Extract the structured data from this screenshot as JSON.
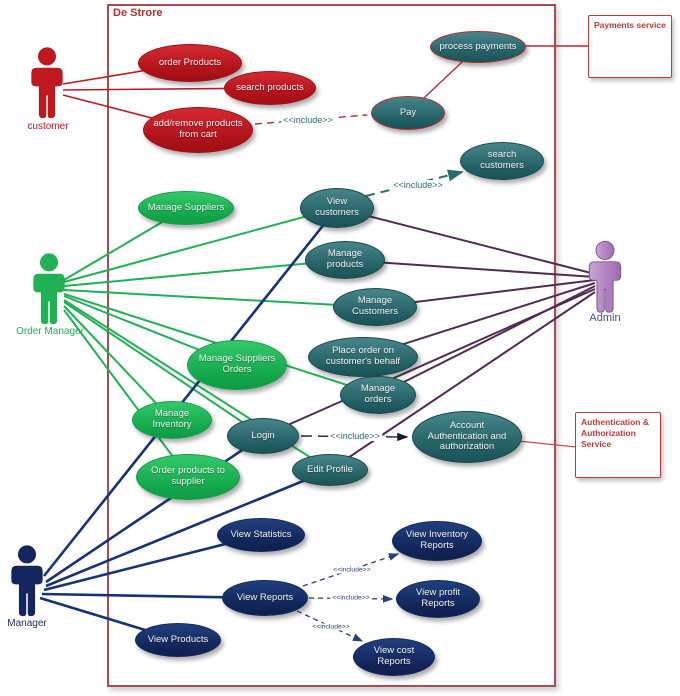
{
  "diagram": {
    "system_label": "De Strore",
    "include_label": "<<include>>",
    "actors": {
      "customer": {
        "label": "customer",
        "color": "#c0181f"
      },
      "order_manager": {
        "label": "Order Manager",
        "color": "#1fb153"
      },
      "admin": {
        "label": "Admin",
        "color": "#4b4b9b"
      },
      "manager": {
        "label": "Manager",
        "color": "#1c2f70"
      }
    },
    "use_cases": {
      "order_products": {
        "label": "order Products",
        "color": "#b01219"
      },
      "search_products": {
        "label": "search products",
        "color": "#b01219"
      },
      "add_remove_cart": {
        "label": "add/remove products from cart",
        "color": "#b01219"
      },
      "pay": {
        "label": "Pay",
        "color": "#215d61"
      },
      "process_payments": {
        "label": "process payments",
        "color": "#215d61"
      },
      "search_customers": {
        "label": "search customers",
        "color": "#215d61"
      },
      "view_customers": {
        "label": "View customers",
        "color": "#215d61"
      },
      "manage_products": {
        "label": "Manage products",
        "color": "#215d61"
      },
      "manage_customers": {
        "label": "Manage Customers",
        "color": "#215d61"
      },
      "place_order_behalf": {
        "label": "Place order on customer's behalf",
        "color": "#215d61"
      },
      "manage_orders": {
        "label": "Manage orders",
        "color": "#215d61"
      },
      "manage_suppliers": {
        "label": "Manage Suppliers",
        "color": "#13a54b"
      },
      "manage_suppliers_orders": {
        "label": "Manage Suppliers Orders",
        "color": "#13a54b"
      },
      "manage_inventory": {
        "label": "Manage Inventory",
        "color": "#13a54b"
      },
      "order_products_to_supplier": {
        "label": "Order products to supplier",
        "color": "#13a54b"
      },
      "login": {
        "label": "Login",
        "color": "#215d61"
      },
      "edit_profile": {
        "label": "Edit Profile",
        "color": "#215d61"
      },
      "account_auth": {
        "label": "Account Authentication and authorization",
        "color": "#215d61"
      },
      "view_statistics": {
        "label": "View Statistics",
        "color": "#122457"
      },
      "view_reports": {
        "label": "View Reports",
        "color": "#122457"
      },
      "view_products": {
        "label": "View Products",
        "color": "#122457"
      },
      "view_inventory_reports": {
        "label": "View Inventory Reports",
        "color": "#122457"
      },
      "view_profit_reports": {
        "label": "View profit Reports",
        "color": "#122457"
      },
      "view_cost_reports": {
        "label": "View cost Reports",
        "color": "#122457"
      }
    },
    "external_systems": {
      "payments_service": {
        "label": "Payments service"
      },
      "auth_service": {
        "label": "Authentication & Authorization Service"
      }
    },
    "relationships": {
      "associations": [
        {
          "from": "customer",
          "to": "order_products"
        },
        {
          "from": "customer",
          "to": "search_products"
        },
        {
          "from": "customer",
          "to": "add_remove_cart"
        },
        {
          "from": "order_manager",
          "to": "manage_suppliers"
        },
        {
          "from": "order_manager",
          "to": "view_customers"
        },
        {
          "from": "order_manager",
          "to": "manage_products"
        },
        {
          "from": "order_manager",
          "to": "manage_customers"
        },
        {
          "from": "order_manager",
          "to": "manage_suppliers_orders"
        },
        {
          "from": "order_manager",
          "to": "manage_orders"
        },
        {
          "from": "order_manager",
          "to": "login"
        },
        {
          "from": "order_manager",
          "to": "manage_inventory"
        },
        {
          "from": "order_manager",
          "to": "order_products_to_supplier"
        },
        {
          "from": "order_manager",
          "to": "edit_profile"
        },
        {
          "from": "admin",
          "to": "view_customers"
        },
        {
          "from": "admin",
          "to": "manage_products"
        },
        {
          "from": "admin",
          "to": "manage_customers"
        },
        {
          "from": "admin",
          "to": "place_order_behalf"
        },
        {
          "from": "admin",
          "to": "manage_orders"
        },
        {
          "from": "admin",
          "to": "login"
        },
        {
          "from": "admin",
          "to": "edit_profile"
        },
        {
          "from": "manager",
          "to": "view_customers"
        },
        {
          "from": "manager",
          "to": "login"
        },
        {
          "from": "manager",
          "to": "edit_profile"
        },
        {
          "from": "manager",
          "to": "view_statistics"
        },
        {
          "from": "manager",
          "to": "view_reports"
        },
        {
          "from": "manager",
          "to": "view_products"
        },
        {
          "from": "pay",
          "to": "process_payments"
        },
        {
          "from": "process_payments",
          "to": "payments_service"
        },
        {
          "from": "account_auth",
          "to": "auth_service"
        }
      ],
      "includes": [
        {
          "from": "add_remove_cart",
          "to": "pay"
        },
        {
          "from": "view_customers",
          "to": "search_customers"
        },
        {
          "from": "login",
          "to": "account_auth"
        },
        {
          "from": "view_reports",
          "to": "view_inventory_reports"
        },
        {
          "from": "view_reports",
          "to": "view_profit_reports"
        },
        {
          "from": "view_reports",
          "to": "view_cost_reports"
        }
      ]
    }
  }
}
